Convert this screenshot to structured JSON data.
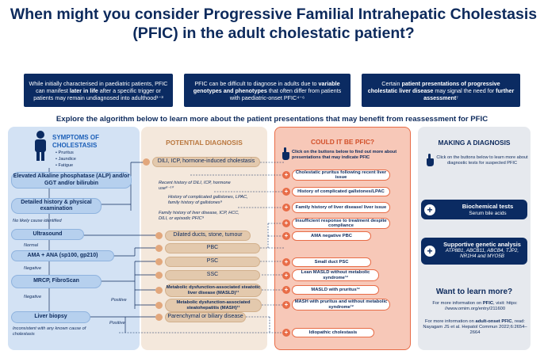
{
  "title": "When might you consider Progressive Familial Intrahepatic Cholestasis (PFIC) in the adult cholestatic patient?",
  "info": [
    {
      "pre": "While initially characterised in paediatric patients, PFIC can manifest ",
      "bold": "later in life",
      "post": " after a specific trigger or patients may remain undiagnosed into adulthood¹⁻³"
    },
    {
      "pre": "PFIC can be difficult to diagnose in adults due to ",
      "bold": "variable genotypes and phenotypes",
      "post": " that often differ from patients with paediatric-onset PFIC⁴⁻⁶"
    },
    {
      "pre": "Certain ",
      "bold": "patient presentations of progressive cholestatic liver disease",
      "post": " may signal the need for ",
      "bold2": "further assessment",
      "post2": "⁷"
    }
  ],
  "explore": "Explore the algorithm below to learn more about the patient presentations that may benefit from reassessment for PFIC",
  "symptoms": {
    "heading": "SYMPTOMS OF CHOLESTASIS",
    "items": [
      "Pruritus",
      "Jaundice",
      "Fatigue"
    ],
    "alp": "Elevated Alkaline phosphatase (ALP) and/or GGT and/or bilirubin",
    "history": "Detailed history & physical examination",
    "no_cause": "No likely cause identified",
    "ultrasound": "Ultrasound",
    "normal": "Normal",
    "ama": "AMA + ANA (sp100, gp210)",
    "negative1": "Negative",
    "mrcp": "MRCP, FibroScan",
    "negative2": "Negative",
    "positive1": "Positive",
    "biopsy": "Liver biopsy",
    "positive2": "Positive",
    "inconsistent": "Inconsistent with any known cause of cholestasis"
  },
  "potential": {
    "heading": "POTENTIAL DIAGNOSIS",
    "dili": "DILI, ICP, hormone-induced cholestasis",
    "note1": "Recent history of DILI, ICP, hormone use⁸⁻¹⁰",
    "note2": "History of complicated gallstones, LPAC, family history of gallstones⁹",
    "note3": "Family history of liver disease, ICP, HCC, DILI, or episodic PFIC⁹",
    "dilated": "Dilated ducts, stone, tumour",
    "pbc": "PBC",
    "psc": "PSC",
    "ssc": "SSC",
    "masld": "Metabolic dysfunction-associated steatotic liver disease (MASLD)¹¹",
    "mash": "Metabolic dysfunction-associated steatohepatitis (MASH)¹¹",
    "parenchymal": "Parenchymal or biliary disease"
  },
  "pfic": {
    "heading": "COULD IT BE PFIC?",
    "intro": "Click on the buttons below to find out more about presentations that may indicate PFIC",
    "items": [
      "Cholestatic pruritus following recent liver issue",
      "History of complicated gallstones/LPAC",
      "Family history of liver disease/ liver issue",
      "Insufficient response to treatment despite compliance",
      "AMA negative PBC",
      "Small duct PSC",
      "Lean MASLD without metabolic syndrome¹²",
      "MASLD with pruritus¹²",
      "MASH with pruritus and without metabolic syndrome¹²",
      "Idiopathic cholestasis"
    ]
  },
  "diagnosis": {
    "heading": "MAKING A DIAGNOSIS",
    "intro": "Click on the buttons below to learn more about diagnostic tests for suspected PFIC",
    "bio_title": "Biochemical tests",
    "bio_sub": "Serum bile acids",
    "gen_title": "Supportive genetic analysis",
    "gen_sub": "ATP8B1, ABCB11, ABCB4, TJP2, NR1H4 and MYO5B",
    "learn": "Want to learn more?",
    "info1a": "For more information on ",
    "info1b": "PFIC",
    "info1c": ", visit: https: //www.omim.org/entry/211600",
    "info2a": "For more information on ",
    "info2b": "adult-onset PFIC",
    "info2c": ", read: Nayagam JS et al. Hepatol Commun 2022;6:2654–2664"
  },
  "colors": {
    "navy": "#0b2b62",
    "orange": "#e86c47",
    "blue_col": "#d3e2f4",
    "tan_col": "#f4e8dc",
    "pink_col": "#f7c8b8",
    "grey_col": "#e6e9ee"
  }
}
